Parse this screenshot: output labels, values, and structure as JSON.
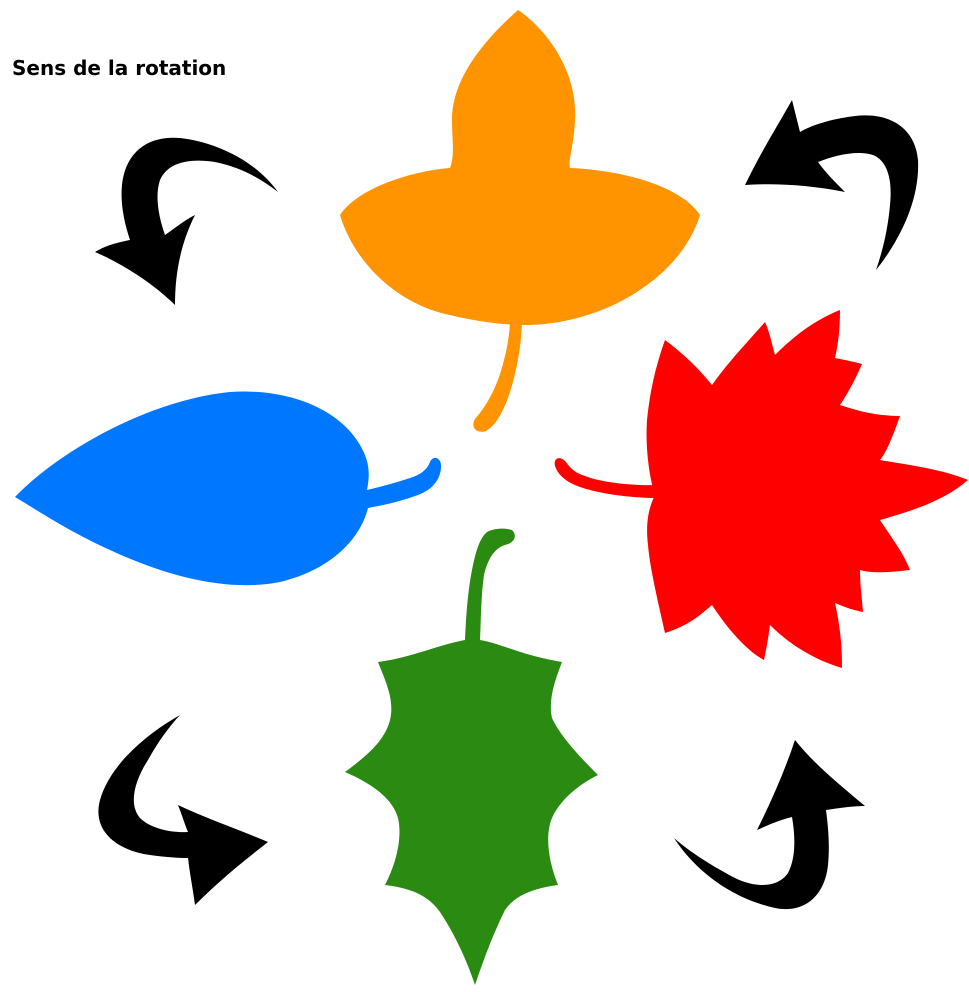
{
  "title": "Sens de la rotation",
  "colors": {
    "orange_leaf": "#FF9400",
    "red_leaf": "#FF0000",
    "blue_leaf": "#0077FF",
    "green_leaf": "#2A8A12",
    "arrows": "#000000"
  },
  "leaves": [
    {
      "name": "orange-leaf-icon",
      "position": "top"
    },
    {
      "name": "red-leaf-icon",
      "position": "right"
    },
    {
      "name": "green-leaf-icon",
      "position": "bottom"
    },
    {
      "name": "blue-leaf-icon",
      "position": "left"
    }
  ],
  "arrows": [
    {
      "name": "arrow-top-left-icon",
      "position": "top-left"
    },
    {
      "name": "arrow-top-right-icon",
      "position": "top-right"
    },
    {
      "name": "arrow-bottom-left-icon",
      "position": "bottom-left"
    },
    {
      "name": "arrow-bottom-right-icon",
      "position": "bottom-right"
    }
  ]
}
